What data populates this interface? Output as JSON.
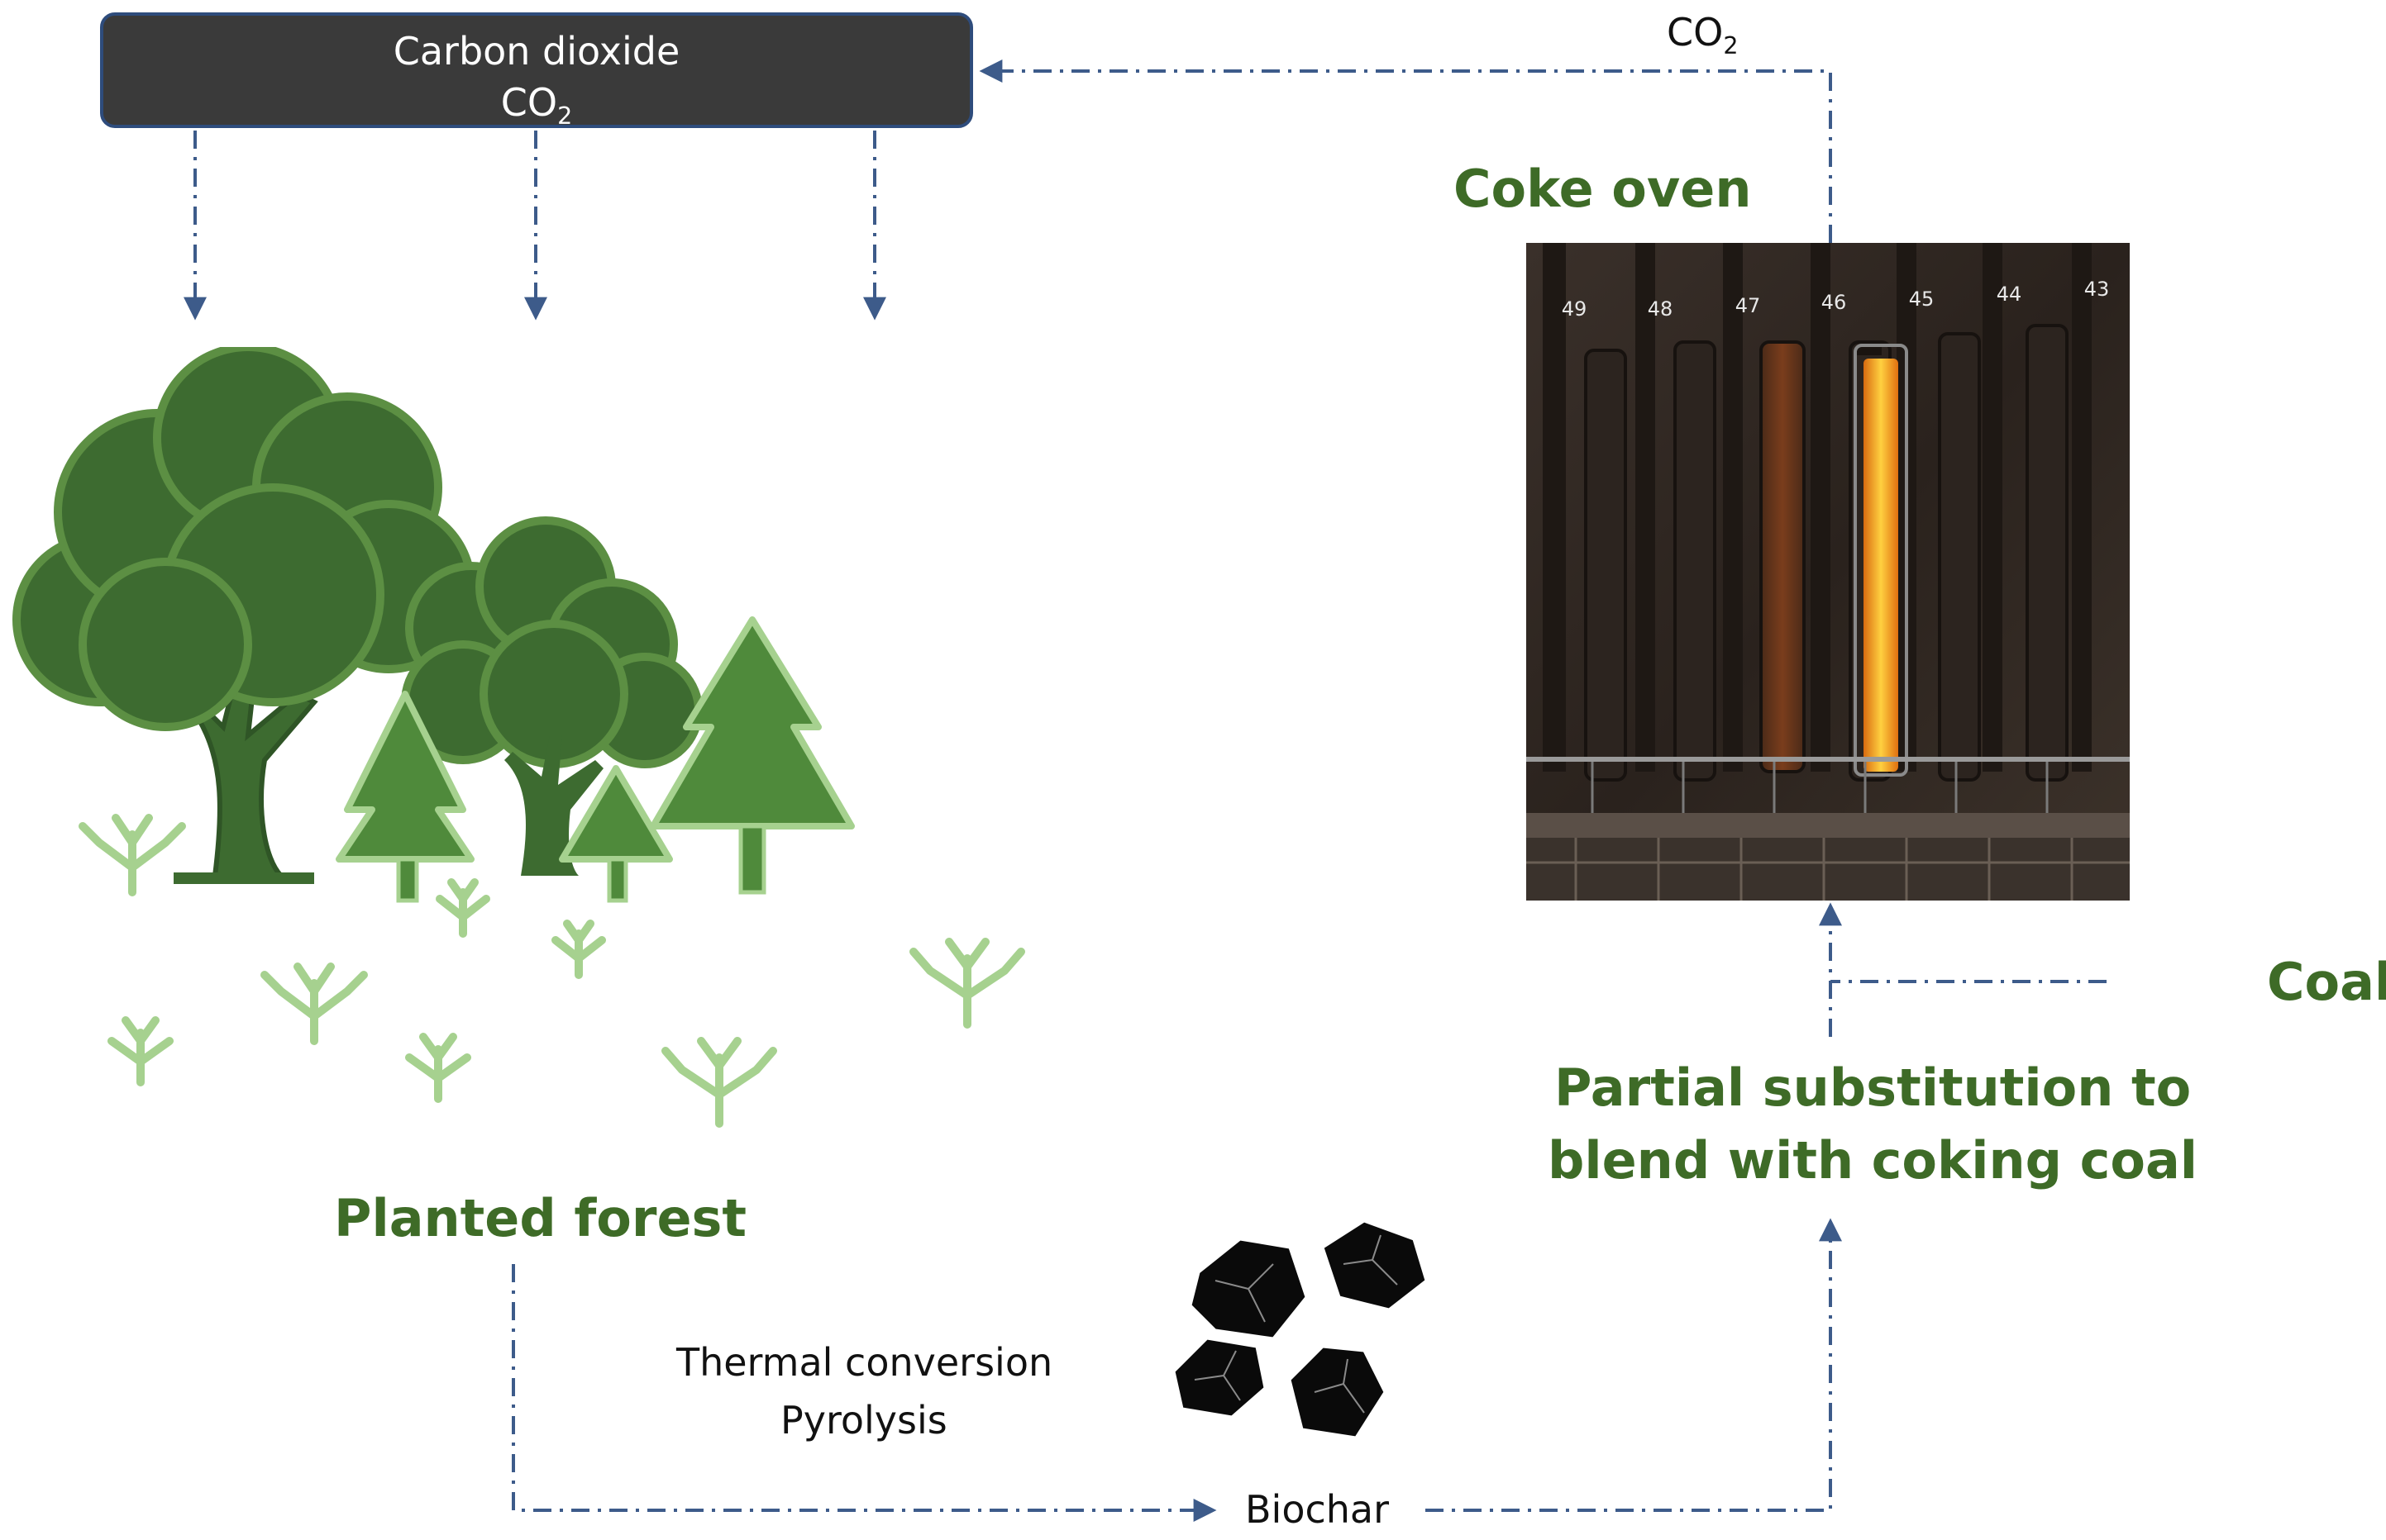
{
  "co2_box": {
    "title": "Carbon dioxide",
    "formula_main": "CO",
    "formula_sub": "2"
  },
  "co2_return": {
    "formula_main": "CO",
    "formula_sub": "2"
  },
  "labels": {
    "coke_oven": "Coke oven",
    "coal": "Coal",
    "planted_forest": "Planted forest",
    "thermal_conversion": "Thermal conversion",
    "pyrolysis": "Pyrolysis",
    "biochar": "Biochar",
    "substitution_line1": "Partial substitution to",
    "substitution_line2": "blend with coking coal"
  },
  "oven_numbers": [
    "49",
    "48",
    "47",
    "46",
    "45",
    "44",
    "43"
  ],
  "colors": {
    "title_green": "#3e6b27",
    "arrow_blue": "#3d5b8a",
    "tree_dark": "#3d6b30",
    "tree_mid": "#4f8a3b",
    "tree_light": "#a6d18f",
    "box_fill": "#3a3a3a",
    "glow": "#ffb020"
  },
  "icons": [
    "forest-illustration",
    "biochar-icon",
    "coke-oven-photo"
  ]
}
